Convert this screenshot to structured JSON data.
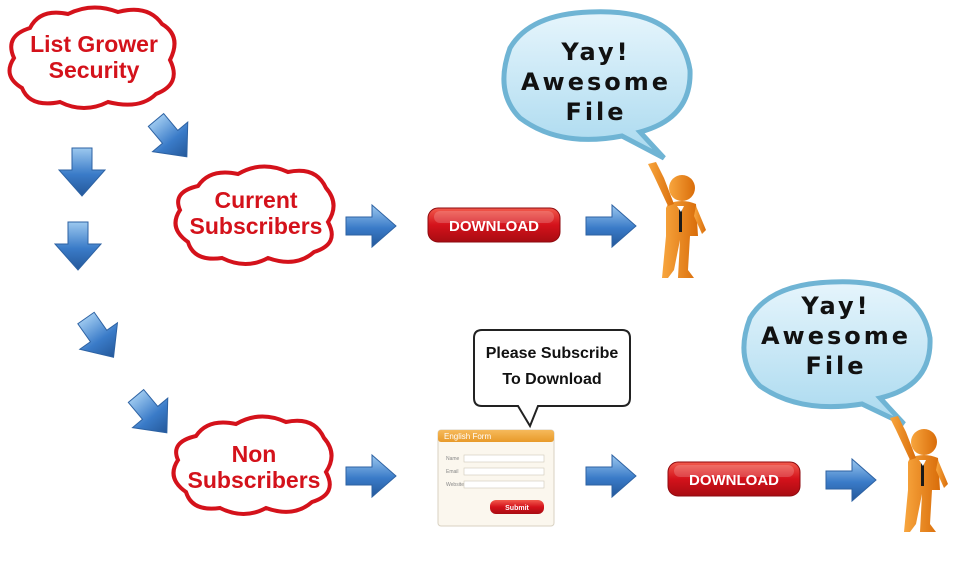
{
  "nodes": {
    "list_grower": {
      "line1": "List Grower",
      "line2": "Security"
    },
    "current": {
      "line1": "Current",
      "line2": "Subscribers"
    },
    "non": {
      "line1": "Non",
      "line2": "Subscribers"
    }
  },
  "buttons": {
    "download_top": "DOWNLOAD",
    "download_bottom": "DOWNLOAD"
  },
  "speech_top": {
    "line1": "Yay!",
    "line2": "Awesome",
    "line3": "File"
  },
  "speech_bottom": {
    "line1": "Yay!",
    "line2": "Awesome",
    "line3": "File"
  },
  "subscribe_note": {
    "line1": "Please Subscribe",
    "line2": "To Download"
  },
  "form": {
    "title": "English Form",
    "field1": "Name",
    "field2": "Email",
    "field3": "Website",
    "submit": "Submit"
  },
  "colors": {
    "arrow": "#3a7bc8",
    "cloud_border": "#d4121b",
    "button": "#d4121b",
    "bubble_fill": "#c5e7f6",
    "bubble_border": "#6fb4d4",
    "figure": "#f08a1c"
  }
}
